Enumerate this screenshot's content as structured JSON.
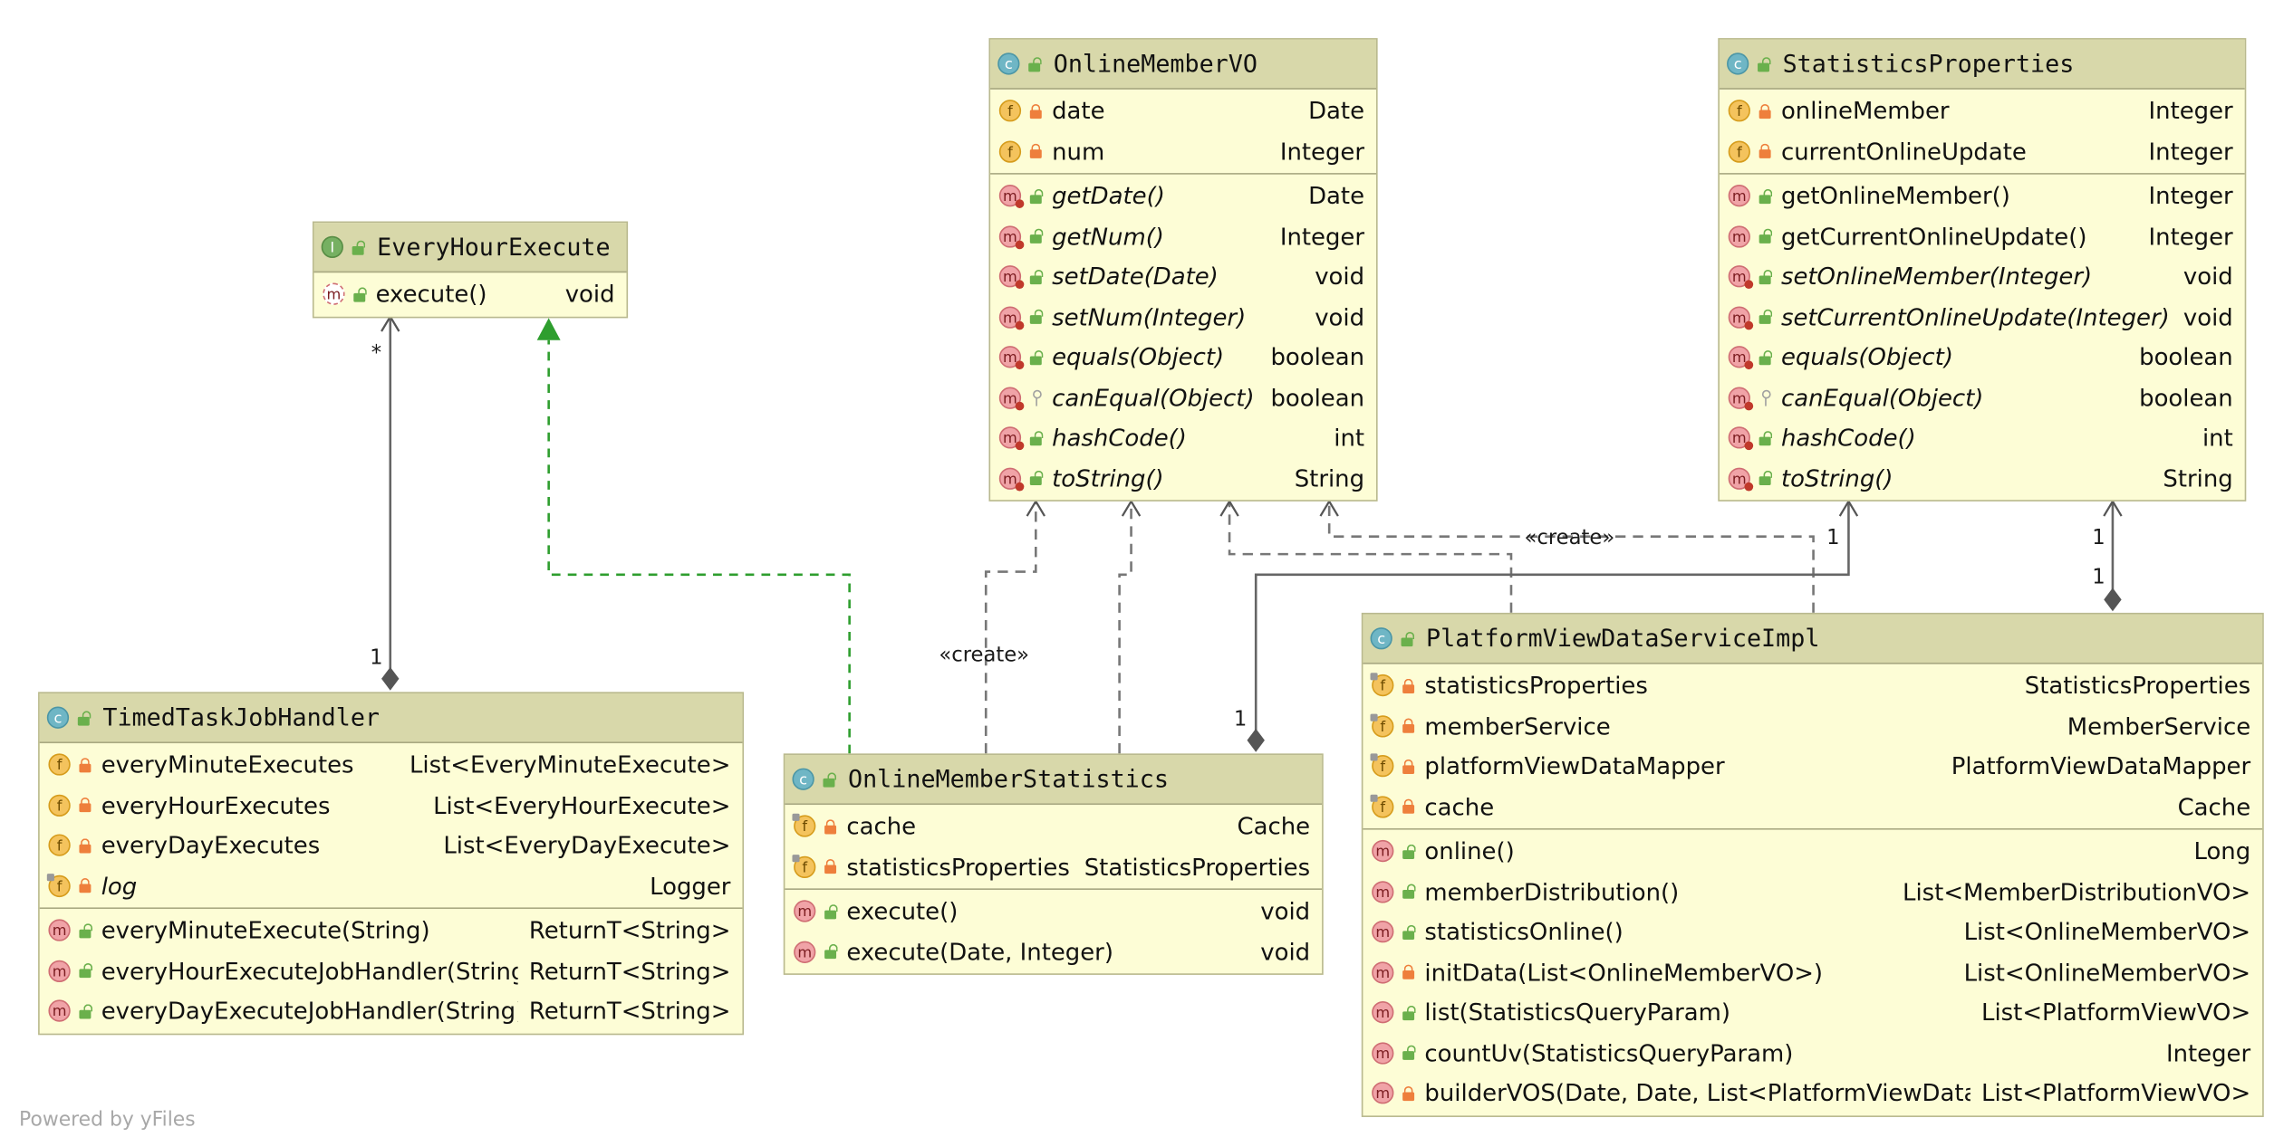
{
  "footer_text": "Powered by yFiles",
  "colors": {
    "class_body": "#fdfdd6",
    "class_header": "#d8d8aa",
    "border": "#b9b98f",
    "edge": "#666666",
    "realization_edge": "#2e9e2e"
  },
  "classes": {
    "every_hour_execute": {
      "name": "EveryHourExecute",
      "kind": "interface",
      "fields": [],
      "methods": [
        {
          "kind": "method-abstract",
          "visibility": "public",
          "name": "execute()",
          "type": "void"
        }
      ]
    },
    "online_member_vo": {
      "name": "OnlineMemberVO",
      "kind": "class",
      "fields": [
        {
          "kind": "field",
          "visibility": "private",
          "name": "date",
          "type": "Date"
        },
        {
          "kind": "field",
          "visibility": "private",
          "name": "num",
          "type": "Integer"
        }
      ],
      "methods": [
        {
          "kind": "method-override",
          "visibility": "public",
          "name": "getDate()",
          "type": "Date"
        },
        {
          "kind": "method-override",
          "visibility": "public",
          "name": "getNum()",
          "type": "Integer"
        },
        {
          "kind": "method-override",
          "visibility": "public",
          "name": "setDate(Date)",
          "type": "void"
        },
        {
          "kind": "method-override",
          "visibility": "public",
          "name": "setNum(Integer)",
          "type": "void"
        },
        {
          "kind": "method-override",
          "visibility": "public",
          "name": "equals(Object)",
          "type": "boolean"
        },
        {
          "kind": "method-override",
          "visibility": "protected",
          "name": "canEqual(Object)",
          "type": "boolean"
        },
        {
          "kind": "method-override",
          "visibility": "public",
          "name": "hashCode()",
          "type": "int"
        },
        {
          "kind": "method-override",
          "visibility": "public",
          "name": "toString()",
          "type": "String"
        }
      ]
    },
    "statistics_properties": {
      "name": "StatisticsProperties",
      "kind": "class",
      "fields": [
        {
          "kind": "field",
          "visibility": "private",
          "name": "onlineMember",
          "type": "Integer"
        },
        {
          "kind": "field",
          "visibility": "private",
          "name": "currentOnlineUpdate",
          "type": "Integer"
        }
      ],
      "methods": [
        {
          "kind": "method",
          "visibility": "public",
          "name": "getOnlineMember()",
          "type": "Integer"
        },
        {
          "kind": "method",
          "visibility": "public",
          "name": "getCurrentOnlineUpdate()",
          "type": "Integer"
        },
        {
          "kind": "method-override",
          "visibility": "public",
          "name": "setOnlineMember(Integer)",
          "type": "void"
        },
        {
          "kind": "method-override",
          "visibility": "public",
          "name": "setCurrentOnlineUpdate(Integer)",
          "type": "void"
        },
        {
          "kind": "method-override",
          "visibility": "public",
          "name": "equals(Object)",
          "type": "boolean"
        },
        {
          "kind": "method-override",
          "visibility": "protected",
          "name": "canEqual(Object)",
          "type": "boolean"
        },
        {
          "kind": "method-override",
          "visibility": "public",
          "name": "hashCode()",
          "type": "int"
        },
        {
          "kind": "method-override",
          "visibility": "public",
          "name": "toString()",
          "type": "String"
        }
      ]
    },
    "timed_task_job_handler": {
      "name": "TimedTaskJobHandler",
      "kind": "class",
      "fields": [
        {
          "kind": "field",
          "visibility": "private",
          "name": "everyMinuteExecutes",
          "type": "List<EveryMinuteExecute>"
        },
        {
          "kind": "field",
          "visibility": "private",
          "name": "everyHourExecutes",
          "type": "List<EveryHourExecute>"
        },
        {
          "kind": "field",
          "visibility": "private",
          "name": "everyDayExecutes",
          "type": "List<EveryDayExecute>"
        },
        {
          "kind": "field-static",
          "visibility": "private",
          "name": "log",
          "type": "Logger"
        }
      ],
      "methods": [
        {
          "kind": "method",
          "visibility": "public",
          "name": "everyMinuteExecute(String)",
          "type": "ReturnT<String>"
        },
        {
          "kind": "method",
          "visibility": "public",
          "name": "everyHourExecuteJobHandler(String)",
          "type": "ReturnT<String>"
        },
        {
          "kind": "method",
          "visibility": "public",
          "name": "everyDayExecuteJobHandler(String)",
          "type": "ReturnT<String>"
        }
      ]
    },
    "online_member_statistics": {
      "name": "OnlineMemberStatistics",
      "kind": "class",
      "fields": [
        {
          "kind": "field-static",
          "visibility": "private",
          "name": "cache",
          "type": "Cache"
        },
        {
          "kind": "field-static",
          "visibility": "private",
          "name": "statisticsProperties",
          "type": "StatisticsProperties"
        }
      ],
      "methods": [
        {
          "kind": "method",
          "visibility": "public",
          "name": "execute()",
          "type": "void"
        },
        {
          "kind": "method",
          "visibility": "public",
          "name": "execute(Date, Integer)",
          "type": "void"
        }
      ]
    },
    "platform_view_data_service_impl": {
      "name": "PlatformViewDataServiceImpl",
      "kind": "class",
      "fields": [
        {
          "kind": "field-static",
          "visibility": "private",
          "name": "statisticsProperties",
          "type": "StatisticsProperties"
        },
        {
          "kind": "field-static",
          "visibility": "private",
          "name": "memberService",
          "type": "MemberService"
        },
        {
          "kind": "field-static",
          "visibility": "private",
          "name": "platformViewDataMapper",
          "type": "PlatformViewDataMapper"
        },
        {
          "kind": "field-static",
          "visibility": "private",
          "name": "cache",
          "type": "Cache"
        }
      ],
      "methods": [
        {
          "kind": "method",
          "visibility": "public",
          "name": "online()",
          "type": "Long"
        },
        {
          "kind": "method",
          "visibility": "public",
          "name": "memberDistribution()",
          "type": "List<MemberDistributionVO>"
        },
        {
          "kind": "method",
          "visibility": "public",
          "name": "statisticsOnline()",
          "type": "List<OnlineMemberVO>"
        },
        {
          "kind": "method",
          "visibility": "private",
          "name": "initData(List<OnlineMemberVO>)",
          "type": "List<OnlineMemberVO>"
        },
        {
          "kind": "method",
          "visibility": "public",
          "name": "list(StatisticsQueryParam)",
          "type": "List<PlatformViewVO>"
        },
        {
          "kind": "method",
          "visibility": "public",
          "name": "countUv(StatisticsQueryParam)",
          "type": "Integer"
        },
        {
          "kind": "method",
          "visibility": "private",
          "name": "builderVOS(Date, Date, List<PlatformViewData>)",
          "type": "List<PlatformViewVO>"
        }
      ]
    }
  },
  "edge_labels": {
    "create_left": "«create»",
    "create_right": "«create»",
    "mult_star": "*",
    "mult_handler_1": "1",
    "mult_stats_1": "1",
    "mult_props_left_1": "1",
    "mult_props_right_top_1": "1",
    "mult_props_right_bottom_1": "1"
  }
}
